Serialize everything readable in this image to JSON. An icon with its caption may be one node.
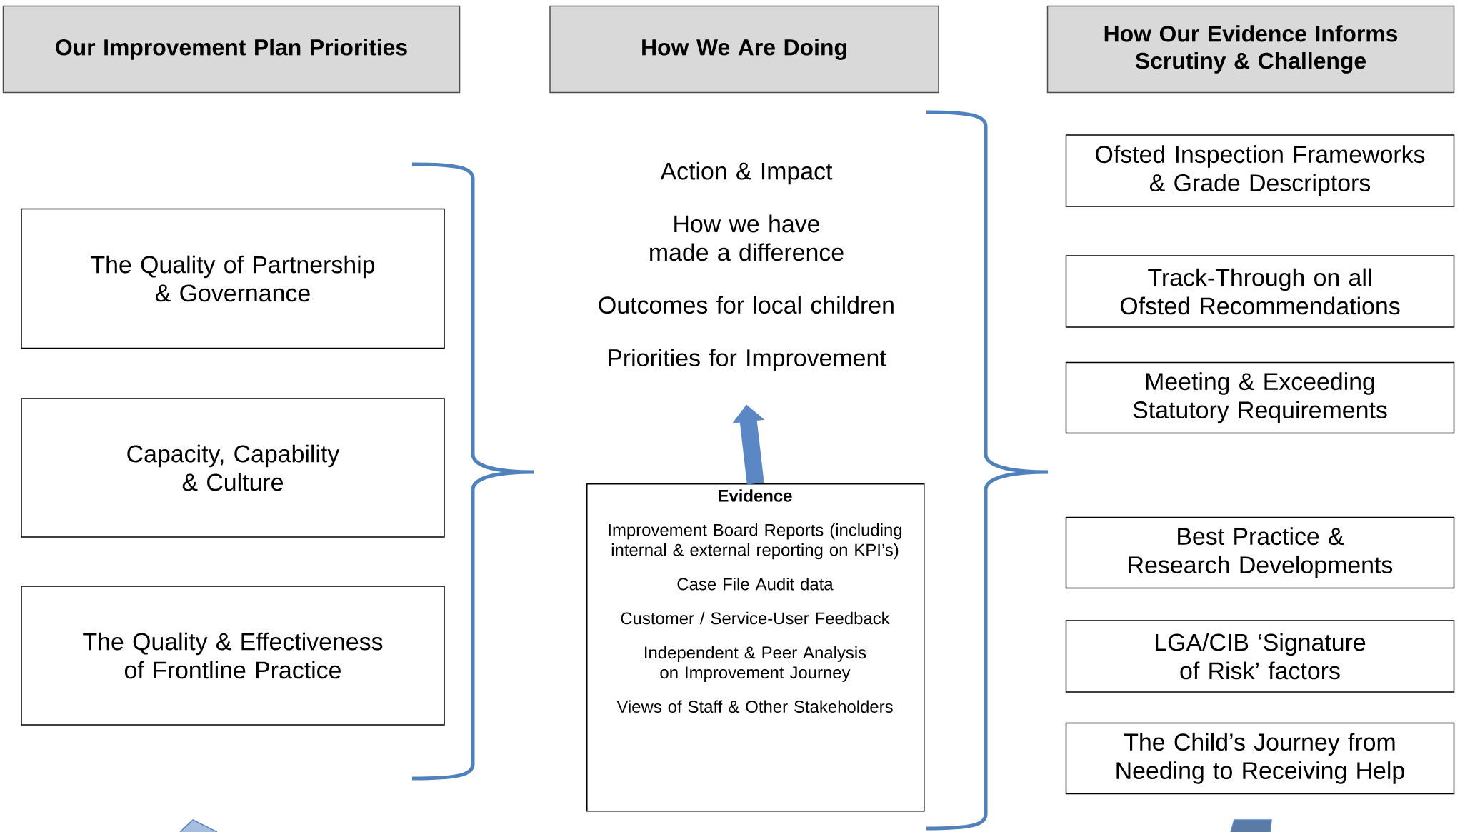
{
  "diagram": {
    "nodes": [
      {
        "text": [
          "Our Improvement Plan Priorities"
        ]
      },
      {
        "text": [
          "How We Are Doing"
        ]
      },
      {
        "text": [
          "How Our Evidence Informs Scrutiny & Challenge"
        ]
      },
      {
        "text": [
          "The Quality of Partnership & Governance"
        ]
      },
      {
        "text": [
          "Capacity, Capability & Culture"
        ]
      },
      {
        "text": [
          "The Quality & Effectiveness of Frontline Practice"
        ]
      },
      {
        "text": [
          "Action & Impact",
          "How we have made a difference",
          "Outcomes for local children",
          "Priorities for Improvement"
        ]
      },
      {
        "text": [
          "Evidence",
          "Improvement Board Reports (including internal & external reporting on KPI’s)",
          "Case File Audit data",
          "Customer / Service-User Feedback",
          "Independent & Peer Analysis on Improvement Journey",
          "Views of Staff & Other Stakeholders"
        ]
      },
      {
        "text": [
          "Ofsted Inspection Frameworks & Grade Descriptors"
        ]
      },
      {
        "text": [
          "Track-Through on all Ofsted Recommendations"
        ]
      },
      {
        "text": [
          "Meeting & Exceeding Statutory Requirements"
        ]
      },
      {
        "text": [
          "Best Practice & Research Developments"
        ]
      },
      {
        "text": [
          "LGA/CIB ‘Signature of Risk’ factors"
        ]
      },
      {
        "text": [
          "The Child’s Journey from Needing to Receiving Help"
        ]
      }
    ],
    "edges": [
      {
        "from": 7,
        "to": 6,
        "arrow": "to"
      }
    ]
  }
}
